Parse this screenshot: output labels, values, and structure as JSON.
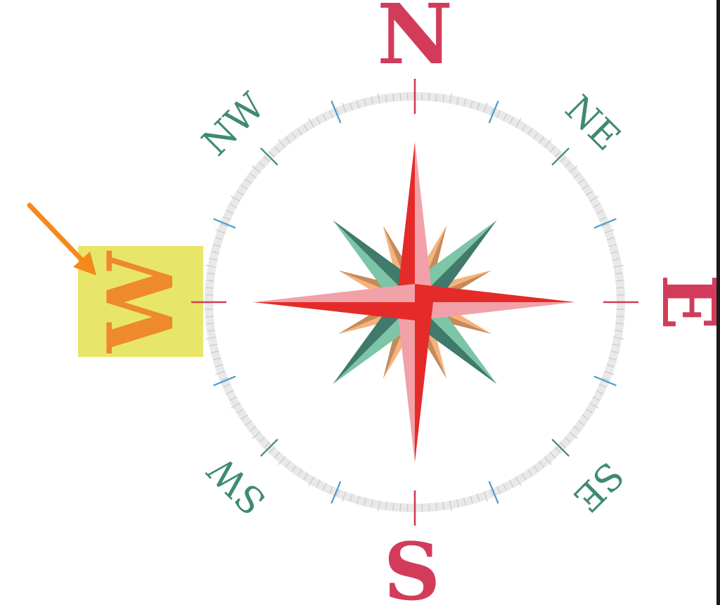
{
  "labels": {
    "north": "N",
    "east": "E",
    "south": "S",
    "west": "W",
    "northeast": "NE",
    "northwest": "NW",
    "southeast": "SE",
    "southwest": "SW"
  },
  "colors": {
    "cardinal_label": "#d23c5a",
    "intercardinal_label": "#3f8a73",
    "west_label": "#ee8a2c",
    "highlight_box": "#e8e66a",
    "arrow": "#f5891b",
    "ring_ticks": "#c9c9c9",
    "major_ticks": "#4c9bc7",
    "cardinal_ticks": "#d23c5a",
    "star_red": "#e52a2a",
    "star_pink": "#f2a1a8",
    "star_teal_dark": "#3f7a6c",
    "star_teal_light": "#7cc5a6",
    "star_orange": "#f6b27c"
  },
  "highlight": {
    "target": "west",
    "annotation": "arrow-pointing-to-west"
  }
}
